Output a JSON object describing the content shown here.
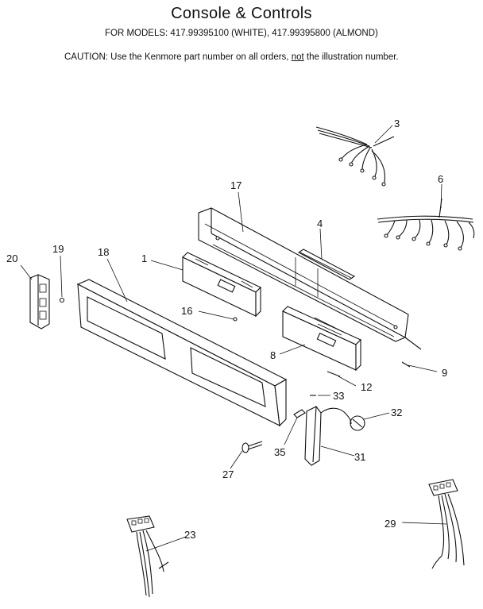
{
  "header": {
    "title": "Console & Controls",
    "models": "FOR MODELS:  417.99395100 (WHITE), 417.99395800 (ALMOND)",
    "caution_prefix": "CAUTION:  Use the Kenmore part number on all orders, ",
    "caution_emphasis": "not",
    "caution_suffix": " the illustration number."
  },
  "callouts": {
    "c3": "3",
    "c6": "6",
    "c17": "17",
    "c4": "4",
    "c19": "19",
    "c18": "18",
    "c20": "20",
    "c1": "1",
    "c16": "16",
    "c8": "8",
    "c9": "9",
    "c12": "12",
    "c33": "33",
    "c32": "32",
    "c35": "35",
    "c31": "31",
    "c27": "27",
    "c23": "23",
    "c29": "29"
  }
}
